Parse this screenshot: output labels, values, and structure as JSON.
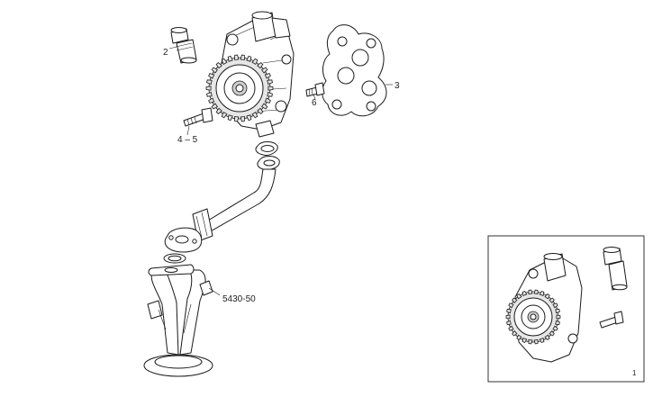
{
  "labels": {
    "part_2": "2",
    "part_3": "3",
    "part_4_5": "4 – 5",
    "part_6": "6",
    "part_ref": "5430-50",
    "part_1": "1"
  }
}
